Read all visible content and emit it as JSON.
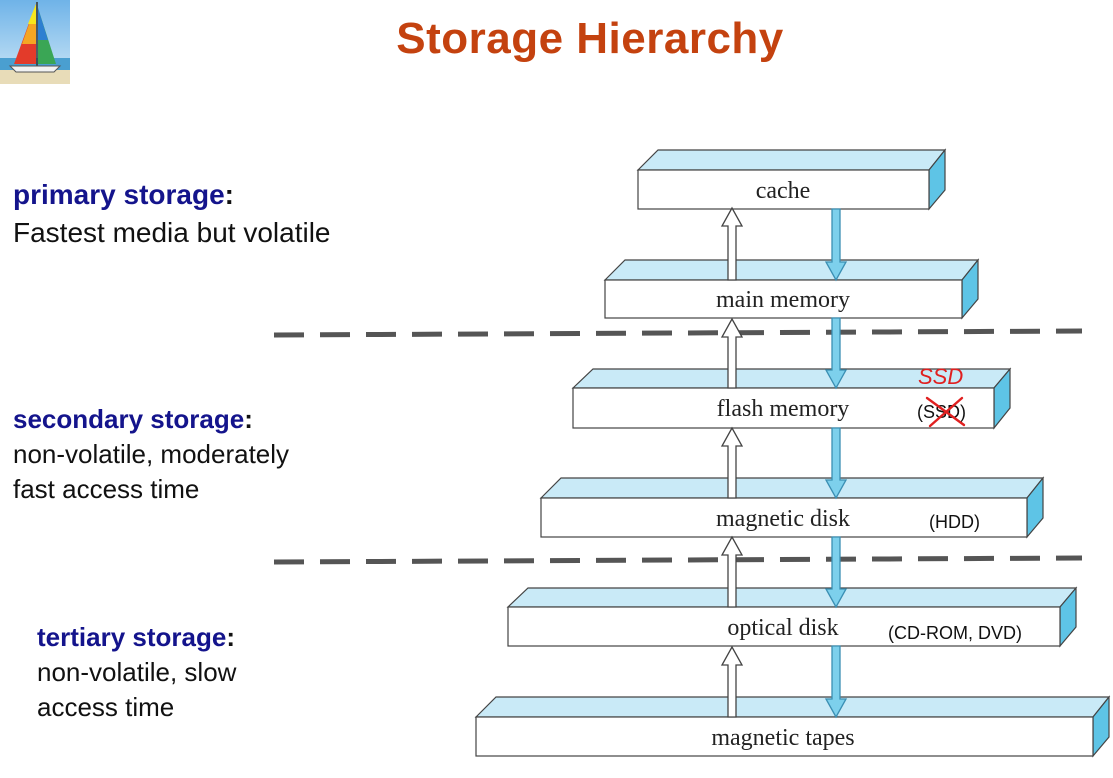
{
  "slide": {
    "title": "Storage Hierarchy"
  },
  "primary": {
    "heading": "primary storage",
    "colon": ":",
    "description": "Fastest media but volatile"
  },
  "secondary": {
    "heading": "secondary storage",
    "colon": ":",
    "description_lines": [
      "non-volatile, moderately",
      "fast access time"
    ]
  },
  "tertiary": {
    "heading": "tertiary storage",
    "colon": ":",
    "description_lines": [
      "non-volatile, slow",
      "access time"
    ]
  },
  "levels": [
    {
      "label": "cache",
      "note": ""
    },
    {
      "label": "main memory",
      "note": ""
    },
    {
      "label": "flash memory",
      "note": "(SSD)",
      "handwritten": "SSD"
    },
    {
      "label": "magnetic disk",
      "note": "(HDD)"
    },
    {
      "label": "optical disk",
      "note": "(CD-ROM, DVD)"
    },
    {
      "label": "magnetic tapes",
      "note": ""
    }
  ],
  "colors": {
    "title": "#c4420f",
    "heading": "#14148c",
    "box_top": "#c9eaf7",
    "box_side": "#5ec4e6",
    "down_arrow": "#7dd0ec",
    "divider": "#555555",
    "annotation": "#e02020"
  }
}
